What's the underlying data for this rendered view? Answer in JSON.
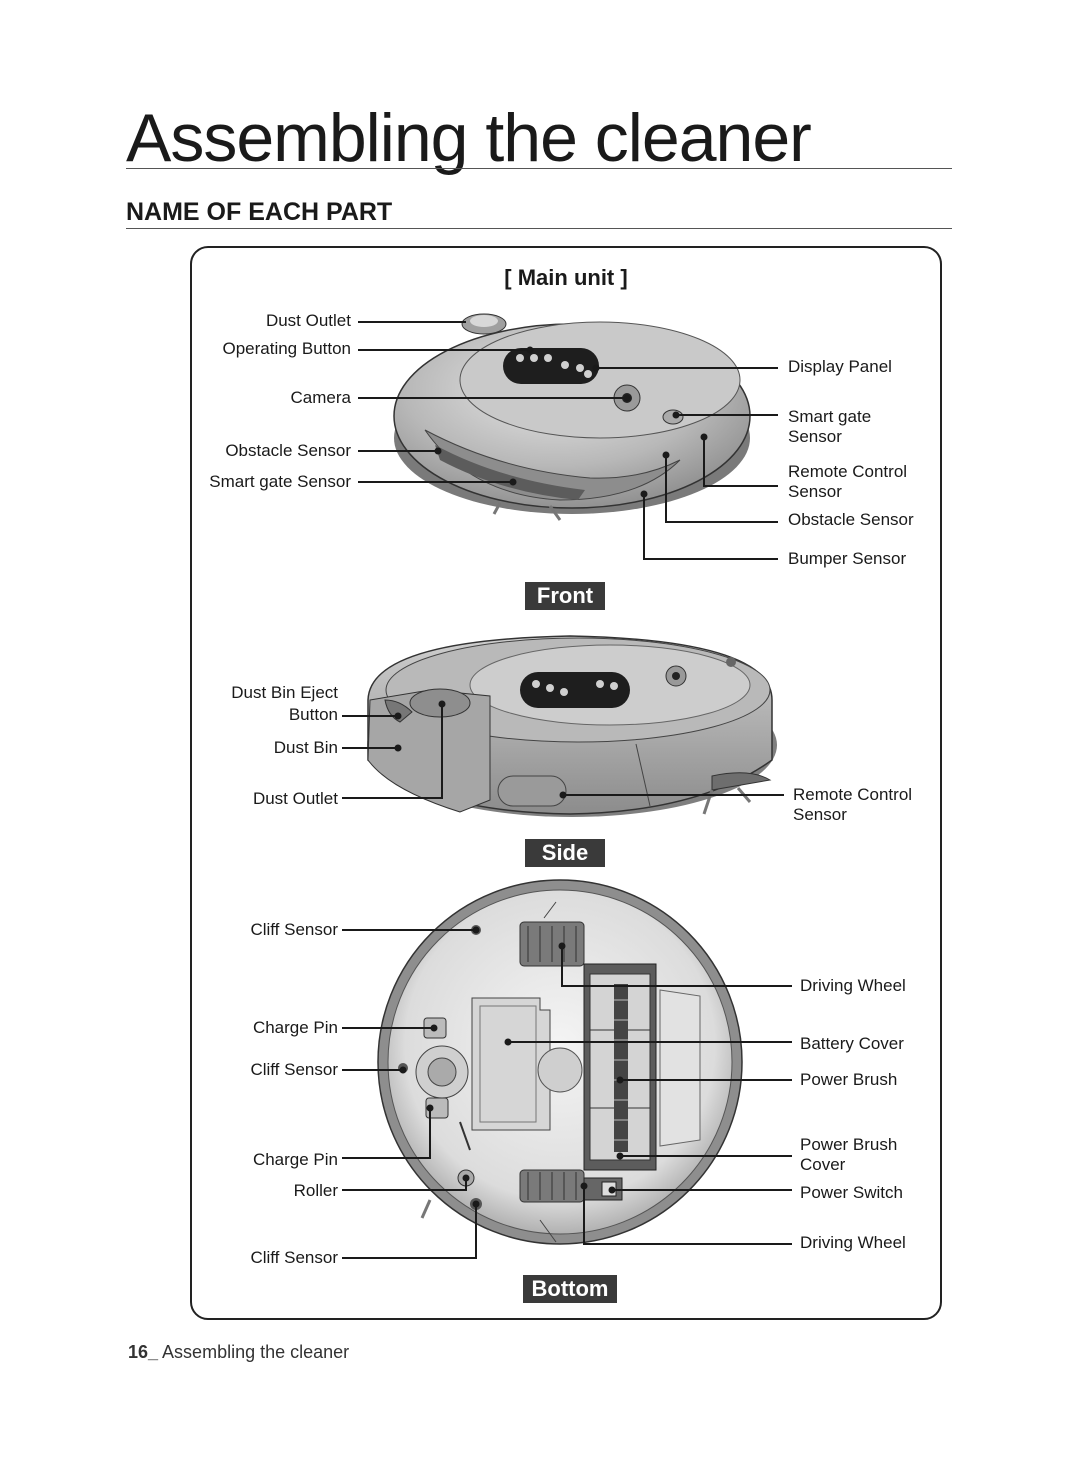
{
  "page": {
    "title": "Assembling the cleaner",
    "section": "NAME OF EACH PART",
    "figure_title": "[ Main unit ]",
    "footer_number": "16_",
    "footer_text": " Assembling the cleaner"
  },
  "front": {
    "view_label": "Front",
    "labels": {
      "dust_outlet": "Dust Outlet",
      "operating_button": "Operating Button",
      "camera": "Camera",
      "obstacle_sensor_left": "Obstacle Sensor",
      "smart_gate_sensor_left": "Smart gate Sensor",
      "display_panel": "Display Panel",
      "smart_gate_sensor_right_1": "Smart gate",
      "smart_gate_sensor_right_2": "Sensor",
      "remote_control_sensor_1": "Remote Control",
      "remote_control_sensor_2": "Sensor",
      "obstacle_sensor_right": "Obstacle Sensor",
      "bumper_sensor": "Bumper Sensor"
    }
  },
  "side": {
    "view_label": "Side",
    "labels": {
      "dust_bin_eject_1": "Dust Bin Eject",
      "dust_bin_eject_2": "Button",
      "dust_bin": "Dust Bin",
      "dust_outlet": "Dust Outlet",
      "remote_control_sensor_1": "Remote Control",
      "remote_control_sensor_2": "Sensor"
    }
  },
  "bottom": {
    "view_label": "Bottom",
    "labels": {
      "cliff_sensor_top": "Cliff Sensor",
      "charge_pin_top": "Charge Pin",
      "cliff_sensor_mid": "Cliff Sensor",
      "charge_pin_bottom": "Charge Pin",
      "roller": "Roller",
      "cliff_sensor_bottom": "Cliff Sensor",
      "driving_wheel_top": "Driving Wheel",
      "battery_cover": "Battery Cover",
      "power_brush": "Power Brush",
      "power_brush_cover_1": "Power Brush",
      "power_brush_cover_2": "Cover",
      "power_switch": "Power Switch",
      "driving_wheel_bottom": "Driving Wheel"
    }
  }
}
